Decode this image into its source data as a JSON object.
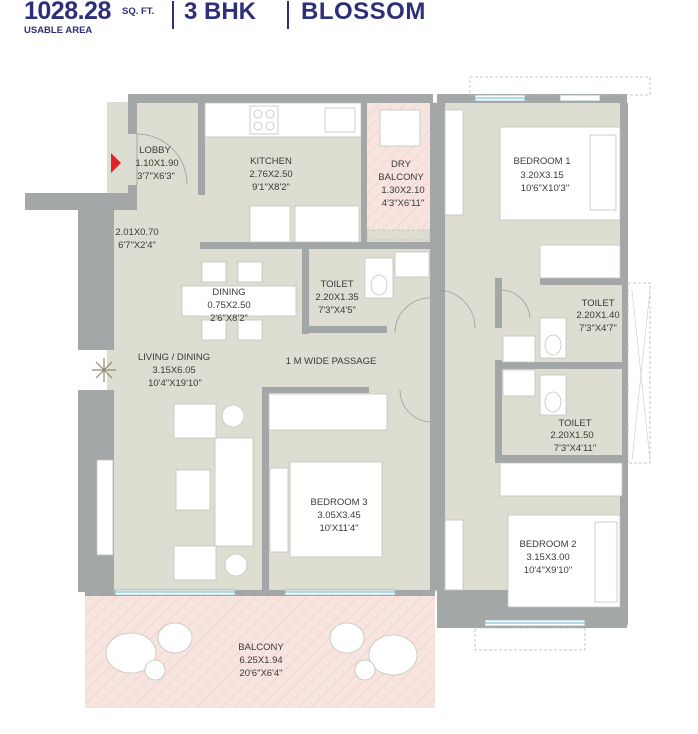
{
  "header": {
    "area": "1028.28",
    "unit": "SQ. FT.",
    "area_caption": "USABLE AREA",
    "bhk": "3 BHK",
    "project": "BLOSSOM"
  },
  "colors": {
    "brand": "#2e2f7a",
    "wall": "#a4a7a8",
    "floor": "#ddddd2",
    "balcony": "#f7e4df",
    "entry_marker": "#e5202a",
    "window": "#7dc3d6"
  },
  "rooms": [
    {
      "id": "lobby",
      "name": "LOBBY",
      "dim_m": "1.10X1.90",
      "dim_ft": "3'7\"X6'3\""
    },
    {
      "id": "kitchen",
      "name": "KITCHEN",
      "dim_m": "2.76X2.50",
      "dim_ft": "9'1\"X8'2\""
    },
    {
      "id": "dry-balcony",
      "name": "DRY",
      "name2": "BALCONY",
      "dim_m": "1.30X2.10",
      "dim_ft": "4'3\"X6'11\""
    },
    {
      "id": "bedroom-1",
      "name": "BEDROOM 1",
      "dim_m": "3.20X3.15",
      "dim_ft": "10'6\"X10'3\""
    },
    {
      "id": "passage-nook",
      "name": "",
      "dim_m": "2.01X0.70",
      "dim_ft": "6'7\"X2'4\""
    },
    {
      "id": "dining",
      "name": "DINING",
      "dim_m": "0.75X2.50",
      "dim_ft": "2'6\"X8'2\""
    },
    {
      "id": "toilet-1",
      "name": "TOILET",
      "dim_m": "2.20X1.35",
      "dim_ft": "7'3\"X4'5\""
    },
    {
      "id": "toilet-2",
      "name": "TOILET",
      "dim_m": "2.20X1.40",
      "dim_ft": "7'3\"X4'7\""
    },
    {
      "id": "living-dining",
      "name": "LIVING / DINING",
      "dim_m": "3.15X6.05",
      "dim_ft": "10'4\"X19'10\""
    },
    {
      "id": "toilet-3",
      "name": "TOILET",
      "dim_m": "2.20X1.50",
      "dim_ft": "7'3\"X4'11\""
    },
    {
      "id": "bedroom-3",
      "name": "BEDROOM 3",
      "dim_m": "3.05X3.45",
      "dim_ft": "10'X11'4\""
    },
    {
      "id": "bedroom-2",
      "name": "BEDROOM 2",
      "dim_m": "3.15X3.00",
      "dim_ft": "10'4\"X9'10\""
    },
    {
      "id": "balcony",
      "name": "BALCONY",
      "dim_m": "6.25X1.94",
      "dim_ft": "20'6\"X6'4\""
    }
  ],
  "passage_label": "1 M WIDE PASSAGE"
}
